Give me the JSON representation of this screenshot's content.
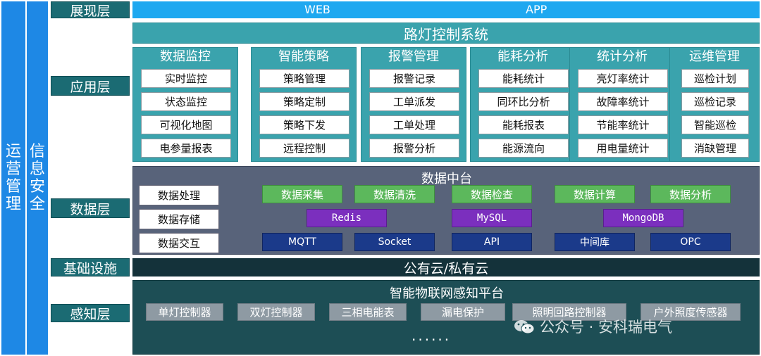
{
  "side": {
    "ops_label": "运营管理",
    "security_label": "信息安全"
  },
  "layers": {
    "presentation": "展现层",
    "application": "应用层",
    "data": "数据层",
    "infrastructure": "基础设施",
    "perception": "感知层"
  },
  "presentation": {
    "web": "WEB",
    "app": "APP"
  },
  "system_title": "路灯控制系统",
  "modules": [
    {
      "title": "数据监控",
      "items": [
        "实时监控",
        "状态监控",
        "可视化地图",
        "电参量报表"
      ]
    },
    {
      "title": "智能策略",
      "items": [
        "策略管理",
        "策略定制",
        "策略下发",
        "远程控制"
      ]
    },
    {
      "title": "报警管理",
      "items": [
        "报警记录",
        "工单派发",
        "工单处理",
        "报警分析"
      ]
    },
    {
      "title": "能耗分析",
      "items": [
        "能耗统计",
        "同环比分析",
        "能耗报表",
        "能源流向"
      ]
    },
    {
      "title": "统计分析",
      "items": [
        "亮灯率统计",
        "故障率统计",
        "节能率统计",
        "用电量统计"
      ]
    },
    {
      "title": "运维管理",
      "items": [
        "巡检计划",
        "巡检记录",
        "智能巡检",
        "消缺管理"
      ]
    }
  ],
  "data_platform": {
    "title": "数据中台",
    "left": [
      "数据处理",
      "数据存储",
      "数据交互"
    ],
    "green": [
      "数据采集",
      "数据清洗",
      "数据检查",
      "数据计算",
      "数据分析"
    ],
    "purple": [
      "Redis",
      "MySQL",
      "MongoDB"
    ],
    "navy": [
      "MQTT",
      "Socket",
      "API",
      "中间库",
      "OPC"
    ]
  },
  "infrastructure": {
    "cloud": "公有云/私有云"
  },
  "perception": {
    "title": "智能物联网感知平台",
    "devices": [
      "单灯控制器",
      "双灯控制器",
      "三相电能表",
      "漏电保护",
      "照明回路控制器",
      "户外照度传感器"
    ],
    "ellipsis": "······"
  },
  "watermark": "公众号 · 安科瑞电气",
  "colors": {
    "accent_blue": "#1e88e5",
    "teal": "#3aa3ad",
    "dark_teal": "#1b6b73",
    "green": "#5cb85c",
    "purple": "#7b2fbe",
    "navy": "#1b3a8a"
  }
}
